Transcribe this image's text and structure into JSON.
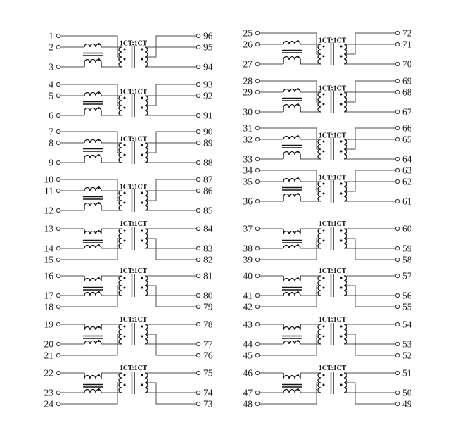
{
  "figure": {
    "description": "Schematic of sixteen 1CT:1CT center-tapped transformers with common-mode chokes, 96 pins",
    "background_color": "#ffffff",
    "wire_color": "#4d4d4d",
    "component_color": "#141414",
    "ratio_label": "1CT:1CT"
  },
  "units": [
    {
      "col": 0,
      "row": 0,
      "variant": "ct-top",
      "ratio": "1CT:1CT",
      "left_pins": [
        "1",
        "2",
        "3"
      ],
      "right_pins": [
        "96",
        "95",
        "94"
      ]
    },
    {
      "col": 0,
      "row": 1,
      "variant": "ct-top",
      "ratio": "1CT:1CT",
      "left_pins": [
        "4",
        "5",
        "6"
      ],
      "right_pins": [
        "93",
        "92",
        "91"
      ]
    },
    {
      "col": 0,
      "row": 2,
      "variant": "ct-top",
      "ratio": "1CT:1CT",
      "left_pins": [
        "7",
        "8",
        "9"
      ],
      "right_pins": [
        "90",
        "89",
        "88"
      ]
    },
    {
      "col": 0,
      "row": 3,
      "variant": "ct-top",
      "ratio": "1CT:1CT",
      "left_pins": [
        "10",
        "11",
        "12"
      ],
      "right_pins": [
        "87",
        "86",
        "85"
      ]
    },
    {
      "col": 0,
      "row": 4,
      "variant": "ct-bottom",
      "ratio": "1CT:1CT",
      "left_pins": [
        "13",
        "14",
        "15"
      ],
      "right_pins": [
        "84",
        "83",
        "82"
      ]
    },
    {
      "col": 0,
      "row": 5,
      "variant": "ct-bottom",
      "ratio": "1CT:1CT",
      "left_pins": [
        "16",
        "17",
        "18"
      ],
      "right_pins": [
        "81",
        "80",
        "79"
      ]
    },
    {
      "col": 0,
      "row": 6,
      "variant": "ct-bottom",
      "ratio": "1CT:1CT",
      "left_pins": [
        "19",
        "20",
        "21"
      ],
      "right_pins": [
        "78",
        "77",
        "76"
      ]
    },
    {
      "col": 0,
      "row": 7,
      "variant": "ct-bottom",
      "ratio": "1CT:1CT",
      "left_pins": [
        "22",
        "23",
        "24"
      ],
      "right_pins": [
        "75",
        "74",
        "73"
      ]
    },
    {
      "col": 1,
      "row": 0,
      "variant": "ct-top",
      "ratio": "1CT:1CT",
      "left_pins": [
        "25",
        "26",
        "27"
      ],
      "right_pins": [
        "72",
        "71",
        "70"
      ]
    },
    {
      "col": 1,
      "row": 1,
      "variant": "ct-top",
      "ratio": "1CT:1CT",
      "left_pins": [
        "28",
        "29",
        "30"
      ],
      "right_pins": [
        "69",
        "68",
        "67"
      ]
    },
    {
      "col": 1,
      "row": 2,
      "variant": "ct-top",
      "ratio": "1CT:1CT",
      "left_pins": [
        "31",
        "32",
        "33"
      ],
      "right_pins": [
        "66",
        "65",
        "64"
      ]
    },
    {
      "col": 1,
      "row": 3,
      "variant": "ct-top",
      "ratio": "1CT:1CT",
      "left_pins": [
        "34",
        "35",
        "36"
      ],
      "right_pins": [
        "63",
        "62",
        "61"
      ]
    },
    {
      "col": 1,
      "row": 4,
      "variant": "ct-bottom",
      "ratio": "1CT:1CT",
      "left_pins": [
        "37",
        "38",
        "39"
      ],
      "right_pins": [
        "60",
        "59",
        "58"
      ]
    },
    {
      "col": 1,
      "row": 5,
      "variant": "ct-bottom",
      "ratio": "1CT:1CT",
      "left_pins": [
        "40",
        "41",
        "42"
      ],
      "right_pins": [
        "57",
        "56",
        "55"
      ]
    },
    {
      "col": 1,
      "row": 6,
      "variant": "ct-bottom",
      "ratio": "1CT:1CT",
      "left_pins": [
        "43",
        "44",
        "45"
      ],
      "right_pins": [
        "54",
        "53",
        "52"
      ]
    },
    {
      "col": 1,
      "row": 7,
      "variant": "ct-bottom",
      "ratio": "1CT:1CT",
      "left_pins": [
        "46",
        "47",
        "48"
      ],
      "right_pins": [
        "51",
        "50",
        "49"
      ]
    }
  ]
}
